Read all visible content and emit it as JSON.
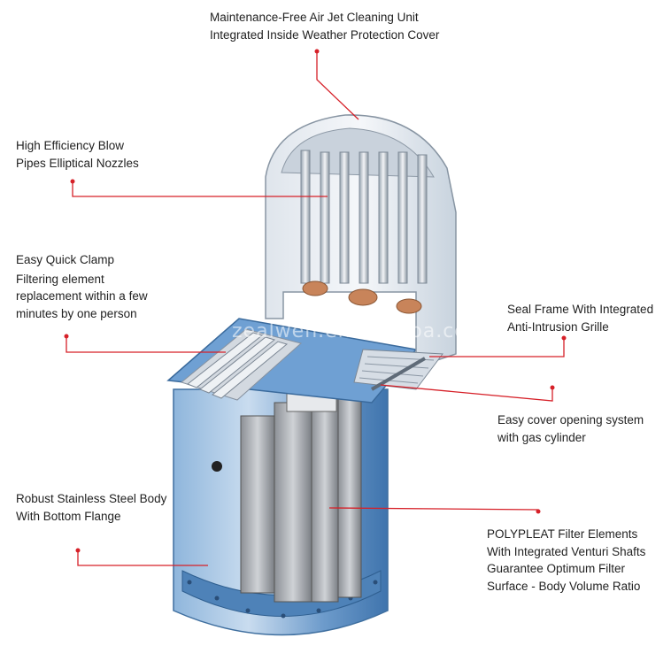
{
  "callouts": {
    "air_jet": [
      "Maintenance-Free Air Jet Cleaning Unit",
      "Integrated Inside Weather Protection Cover"
    ],
    "blow_pipes": [
      "High Efficiency Blow",
      "Pipes Elliptical Nozzles"
    ],
    "quick_clamp": [
      "Easy Quick Clamp",
      "Filtering element",
      "replacement within a few",
      "minutes by one person"
    ],
    "seal_frame": [
      "Seal Frame With Integrated",
      "Anti-Intrusion Grille"
    ],
    "cover_opening": [
      "Easy cover opening system",
      "with gas cylinder"
    ],
    "steel_body": [
      "Robust Stainless Steel Body",
      "With Bottom Flange"
    ],
    "polypleat": [
      "POLYPLEAT Filter Elements",
      "With Integrated Venturi Shafts",
      "Guarantee Optimum Filter",
      "Surface - Body Volume Ratio"
    ]
  },
  "watermark": "zealwen.en.alibaba.com",
  "colors": {
    "leader_line": "#d62028",
    "body_blue": "#5f93c6",
    "steel_light": "#dfe6ee"
  }
}
